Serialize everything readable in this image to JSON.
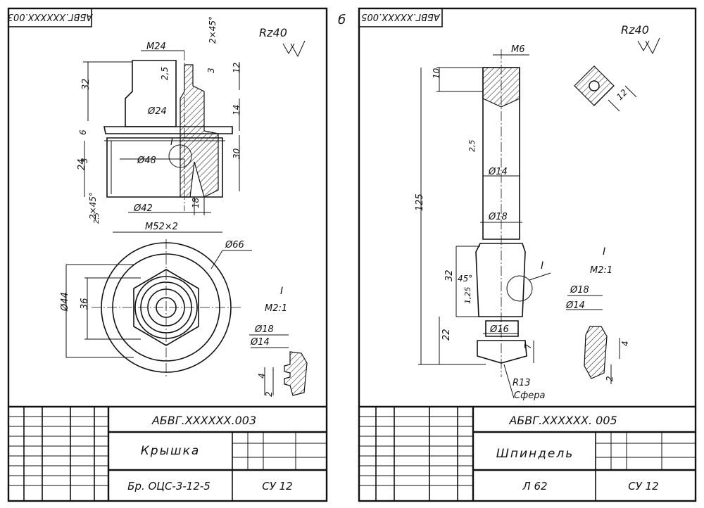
{
  "sheet_marker": "б",
  "left_sheet": {
    "stamp_code": "АБВГ.XXXXXX.003",
    "roughness": "Rz40",
    "dims": {
      "m24": "M24",
      "chamfer_top": "2×45°",
      "r25": "2,5",
      "d3": "3",
      "d12": "12",
      "d32": "32",
      "phi24": "Ø24",
      "d14": "14",
      "d6": "6",
      "d24": "24",
      "d3b": "3",
      "phi48": "Ø48",
      "d30": "30",
      "roman_i": "I",
      "phi42": "Ø42",
      "d18": "18",
      "chamfer_bottom": "2×45°",
      "r25b": "2,5",
      "m52": "M52×2",
      "phi66": "Ø66",
      "phi44": "Ø44",
      "d36": "36"
    },
    "detail": {
      "title": "I",
      "scale": "M2:1",
      "phi18": "Ø18",
      "phi14": "Ø14",
      "d4": "4",
      "d2": "2"
    },
    "title_block": {
      "code": "АБВГ.XXXXXX.003",
      "name": "Крышка",
      "material": "Бр. ОЦС-3-12-5",
      "class": "СУ 12"
    }
  },
  "right_sheet": {
    "stamp_code": "АБВГ.XXXXX.005",
    "roughness": "Rz40",
    "dims": {
      "m6": "M6",
      "d10": "10",
      "d125": "125",
      "r25": "2,5",
      "phi14": "Ø14",
      "phi18": "Ø18",
      "d12": "12",
      "angle45": "45°",
      "d32": "32",
      "r125": "1,25",
      "roman_i": "I",
      "d22": "22",
      "phi16": "Ø16",
      "d7": "7",
      "r13": "R13",
      "sphere": "Сфера"
    },
    "detail": {
      "title": "I",
      "scale": "M2:1",
      "phi18": "Ø18",
      "phi14": "Ø14",
      "d4": "4",
      "d2": "2"
    },
    "title_block": {
      "code": "АБВГ.XXXXXX. 005",
      "name": "Шпиндель",
      "material": "Л 62",
      "class": "СУ 12"
    }
  }
}
